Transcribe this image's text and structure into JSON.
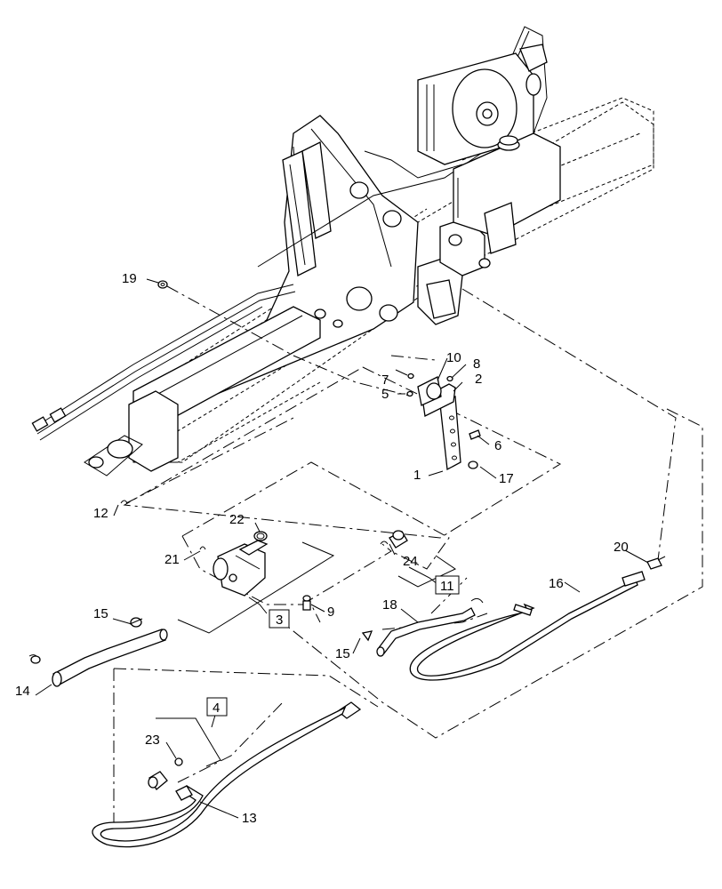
{
  "callouts": {
    "c1": "1",
    "c2": "2",
    "c3": "3",
    "c4": "4",
    "c5": "5",
    "c6": "6",
    "c7": "7",
    "c8": "8",
    "c9": "9",
    "c10": "10",
    "c11": "11",
    "c12": "12",
    "c13": "13",
    "c14": "14",
    "c15a": "15",
    "c15b": "15",
    "c16": "16",
    "c17": "17",
    "c18": "18",
    "c19": "19",
    "c20": "20",
    "c21": "21",
    "c22": "22",
    "c23": "23",
    "c24": "24"
  }
}
